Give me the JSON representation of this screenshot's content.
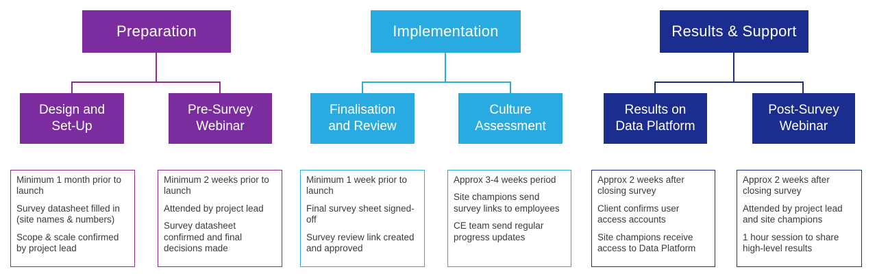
{
  "diagram": {
    "background": "#FFFFFF",
    "notes_text_color": "#3A3A3A",
    "sections": [
      {
        "title": "Preparation",
        "box_color": "#7B2DA0",
        "line_color": "#93278F",
        "children": [
          {
            "label": "Design and\nSet-Up",
            "notes": [
              "Minimum 1 month prior to launch",
              "Survey datasheet filled in (site names & numbers)",
              "Scope & scale confirmed by project lead"
            ]
          },
          {
            "label": "Pre-Survey\nWebinar",
            "notes": [
              "Minimum 2 weeks prior to launch",
              "Attended by project lead",
              "Survey datasheet confirmed and final decisions made"
            ]
          }
        ]
      },
      {
        "title": "Implementation",
        "box_color": "#29ABE2",
        "line_color": "#29ABE2",
        "children": [
          {
            "label": "Finalisation\nand Review",
            "notes": [
              "Minimum 1 week prior to launch",
              "Final survey sheet signed-off",
              "Survey review link created and approved"
            ]
          },
          {
            "label": "Culture\nAssessment",
            "notes": [
              "Approx 3-4 weeks period",
              "Site champions send survey links to employees",
              "CE team send regular progress updates"
            ]
          }
        ]
      },
      {
        "title": "Results & Support",
        "box_color": "#1B2E90",
        "line_color": "#1B2E90",
        "children": [
          {
            "label": "Results on\nData Platform",
            "notes": [
              "Approx 2 weeks after closing survey",
              "Client confirms user access accounts",
              "Site champions receive access to Data Platform"
            ]
          },
          {
            "label": "Post-Survey\nWebinar",
            "notes": [
              "Approx 2 weeks after closing survey",
              "Attended by project lead and site champions",
              "1 hour session to share high-level results"
            ]
          }
        ]
      }
    ]
  }
}
